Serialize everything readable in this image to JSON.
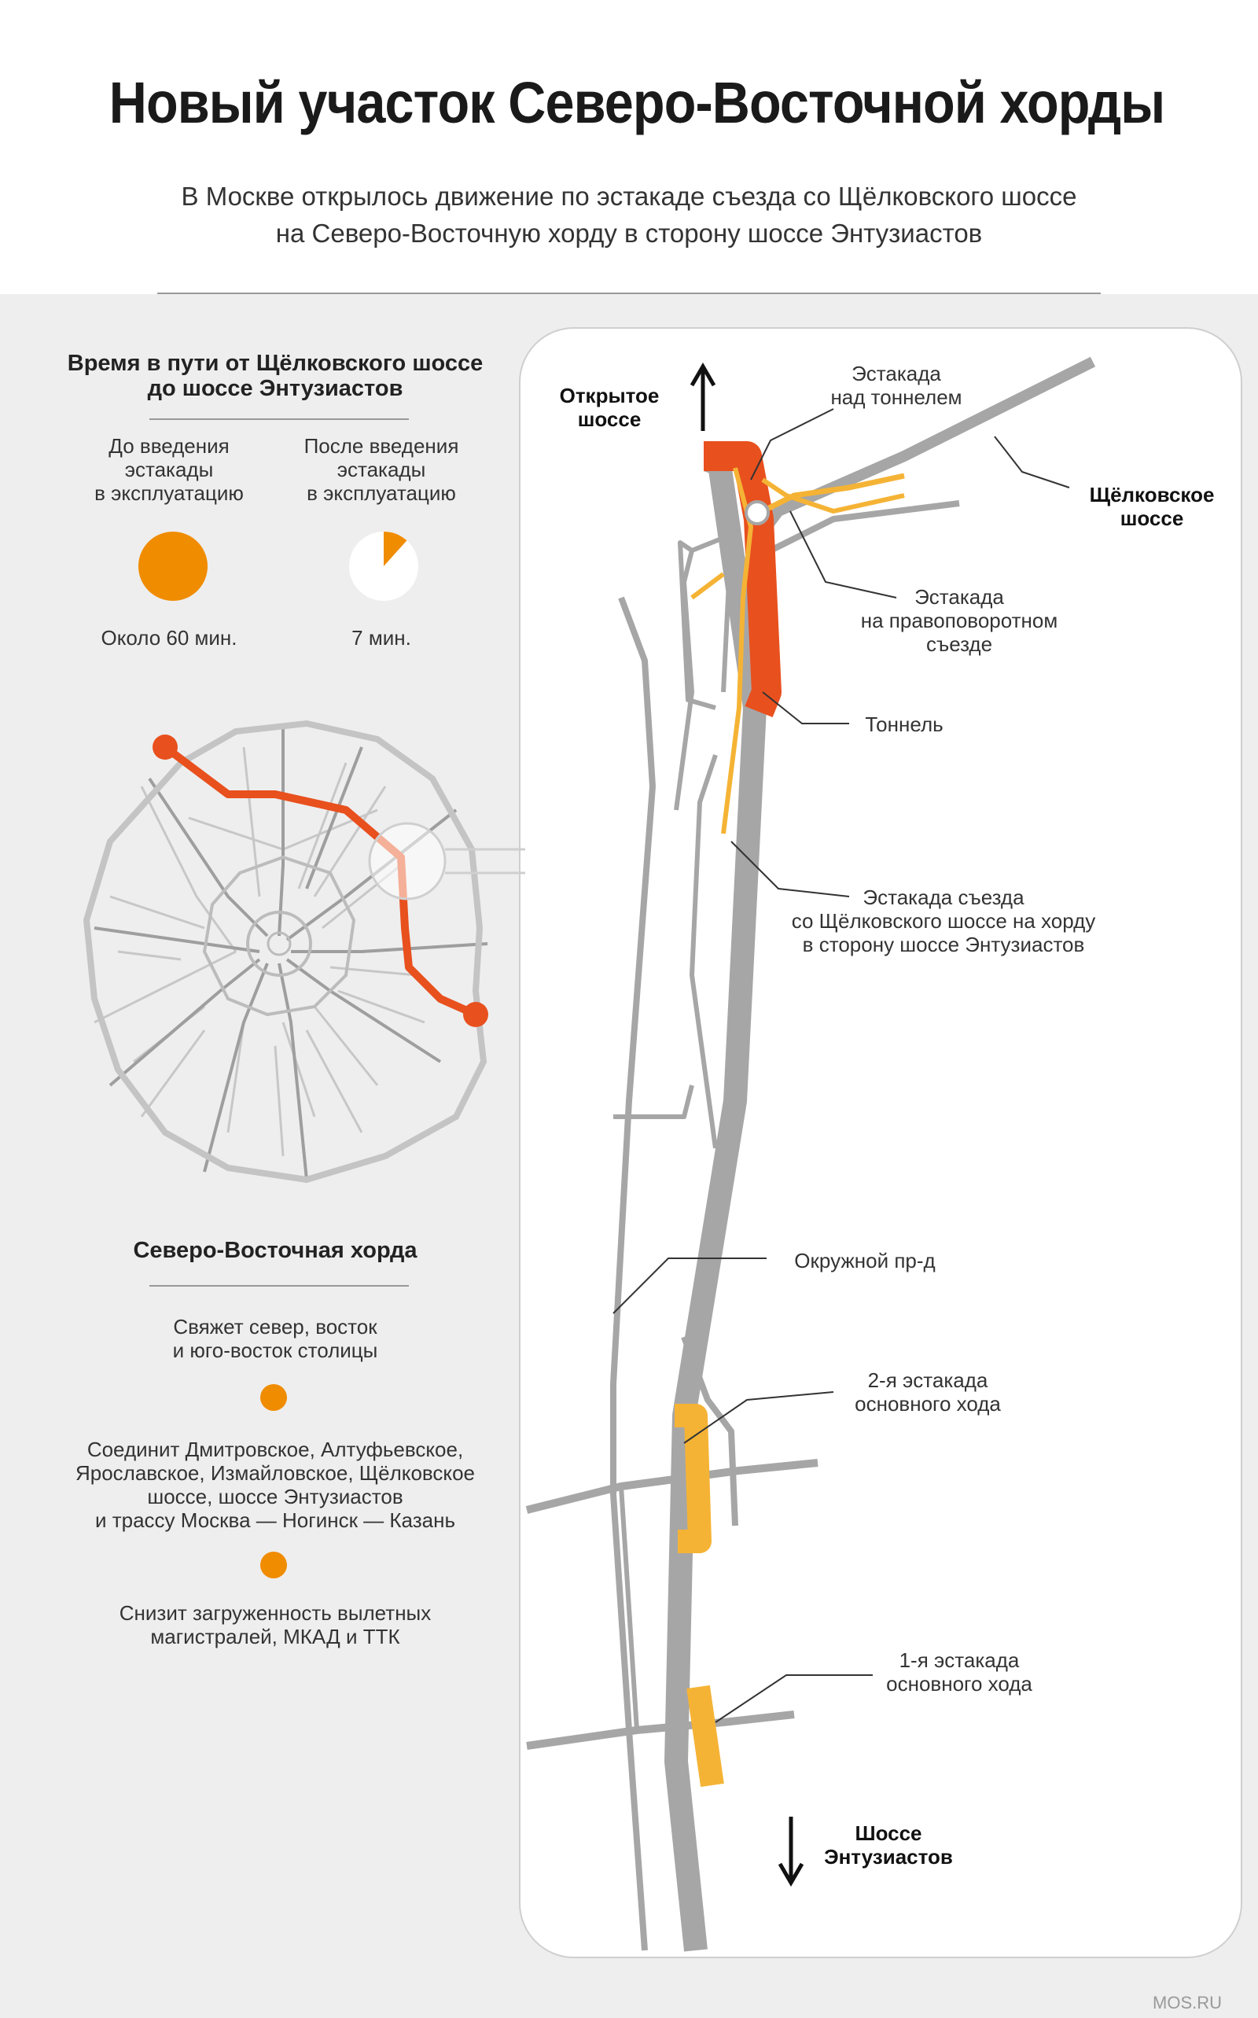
{
  "header": {
    "title": "Новый участок Северо-Восточной хорды",
    "subtitle_line1": "В Москве открылось движение по эстакаде съезда со Щёлковского шоссе",
    "subtitle_line2": "на Северо-Восточную хорду в сторону шоссе Энтузиастов"
  },
  "travel_time": {
    "heading_line1": "Время в пути от Щёлковского шоссе",
    "heading_line2": "до шоссе Энтузиастов",
    "before": {
      "label_lines": [
        "До введения",
        "эстакады",
        "в эксплуатацию"
      ],
      "value_text": "Около 60 мин.",
      "fraction": 1.0
    },
    "after": {
      "label_lines": [
        "После введения",
        "эстакады",
        "в эксплуатацию"
      ],
      "value_text": "7 мин.",
      "fraction": 0.1167
    },
    "accent_color": "#f08c00"
  },
  "chord_info": {
    "heading": "Северо-Восточная хорда",
    "items": [
      {
        "lines": [
          "Свяжет север, восток",
          "и юго-восток столицы"
        ]
      },
      {
        "lines": [
          "Соединит Дмитровское, Алтуфьевское,",
          "Ярославское, Измайловское, Щёлковское",
          "шоссе, шоссе Энтузиастов",
          "и трассу Москва — Ногинск — Казань"
        ]
      },
      {
        "lines": [
          "Снизит загруженность вылетных",
          "магистралей, МКАД и ТТК"
        ]
      }
    ],
    "bullet_color": "#f08c00"
  },
  "map_labels": {
    "otkrytoe": [
      "Открытое",
      "шоссе"
    ],
    "estakada_nad": [
      "Эстакада",
      "над тоннелем"
    ],
    "shchelkovskoe": [
      "Щёлковское",
      "шоссе"
    ],
    "estakada_pravo": [
      "Эстакада",
      "на правоповоротном",
      "съезде"
    ],
    "tonnel": "Тоннель",
    "estakada_sezda": [
      "Эстакада съезда",
      "со Щёлковского шоссе на хорду",
      "в сторону шоссе Энтузиастов"
    ],
    "okruzhnoy": "Окружной пр-д",
    "estakada2": [
      "2-я эстакада",
      "основного хода"
    ],
    "estakada1": [
      "1-я эстакада",
      "основного хода"
    ],
    "entuziastov": [
      "Шоссе",
      "Энтузиастов"
    ]
  },
  "colors": {
    "road": "#a6a6a6",
    "tunnel": "#e8501e",
    "overpass": "#f5b335",
    "route": "#e8501e"
  },
  "footer": {
    "source": "MOS.RU"
  }
}
